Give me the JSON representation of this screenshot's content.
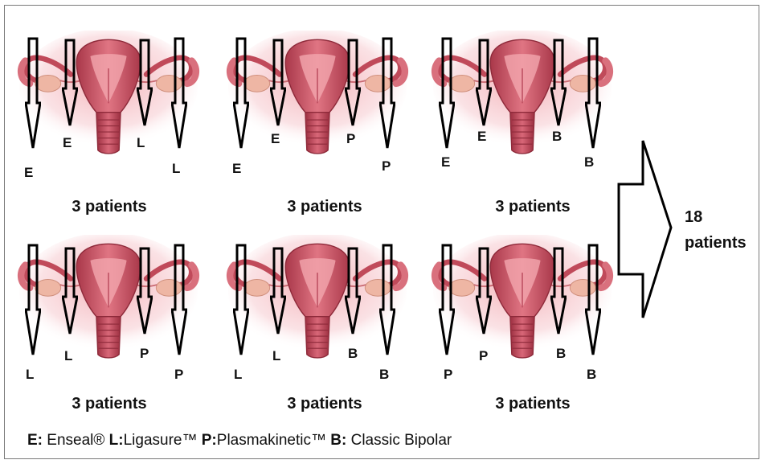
{
  "groups": [
    {
      "labels": [
        "E",
        "E",
        "L",
        "L"
      ],
      "caption": "3 patients"
    },
    {
      "labels": [
        "E",
        "E",
        "P",
        "P"
      ],
      "caption": "3 patients"
    },
    {
      "labels": [
        "E",
        "E",
        "B",
        "B"
      ],
      "caption": "3 patients"
    },
    {
      "labels": [
        "L",
        "L",
        "P",
        "P"
      ],
      "caption": "3 patients"
    },
    {
      "labels": [
        "L",
        "L",
        "B",
        "B"
      ],
      "caption": "3 patients"
    },
    {
      "labels": [
        "P",
        "P",
        "B",
        "B"
      ],
      "caption": "3 patients"
    }
  ],
  "total": {
    "count": "18",
    "unit": "patients"
  },
  "legend": {
    "e_key": "E:",
    "e_text": " Enseal®",
    "l_key": " L:",
    "l_text": "Ligasure™",
    "p_key": " P:",
    "p_text": "Plasmakinetic™",
    "b_key": " B:",
    "b_text": " Classic Bipolar"
  }
}
